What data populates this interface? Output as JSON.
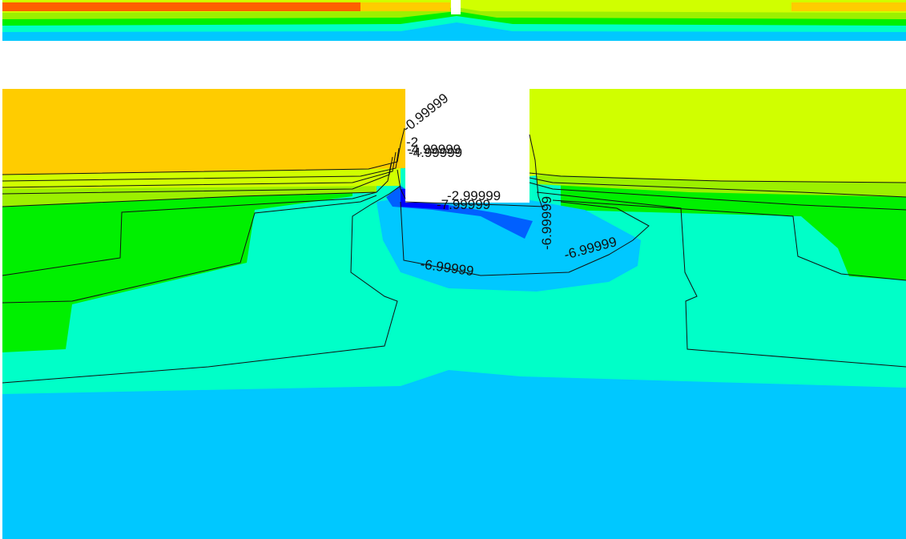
{
  "chart_data": {
    "type": "heatmap",
    "title": "",
    "xlabel": "",
    "ylabel": "",
    "legend": "none",
    "grid": false,
    "colormap": [
      "#0000ff",
      "#0060ff",
      "#00c8ff",
      "#00ffc8",
      "#00f000",
      "#9cf000",
      "#d0ff00",
      "#ffcc00",
      "#ff6000"
    ],
    "contour_labels": [
      {
        "text": "-0.99999",
        "level": -0.99999
      },
      {
        "text": "-2",
        "level": -2
      },
      {
        "text": "-4.99999",
        "level": -4.99999
      },
      {
        "text": "-4.99999",
        "level": -4.99999
      },
      {
        "text": "-2.99999",
        "level": -2.99999
      },
      {
        "text": "-7.99999",
        "level": -7.99999
      },
      {
        "text": "-6.99999",
        "level": -6.99999
      },
      {
        "text": "-6.99999",
        "level": -6.99999
      },
      {
        "text": "-6.99999",
        "level": -6.99999
      }
    ]
  }
}
